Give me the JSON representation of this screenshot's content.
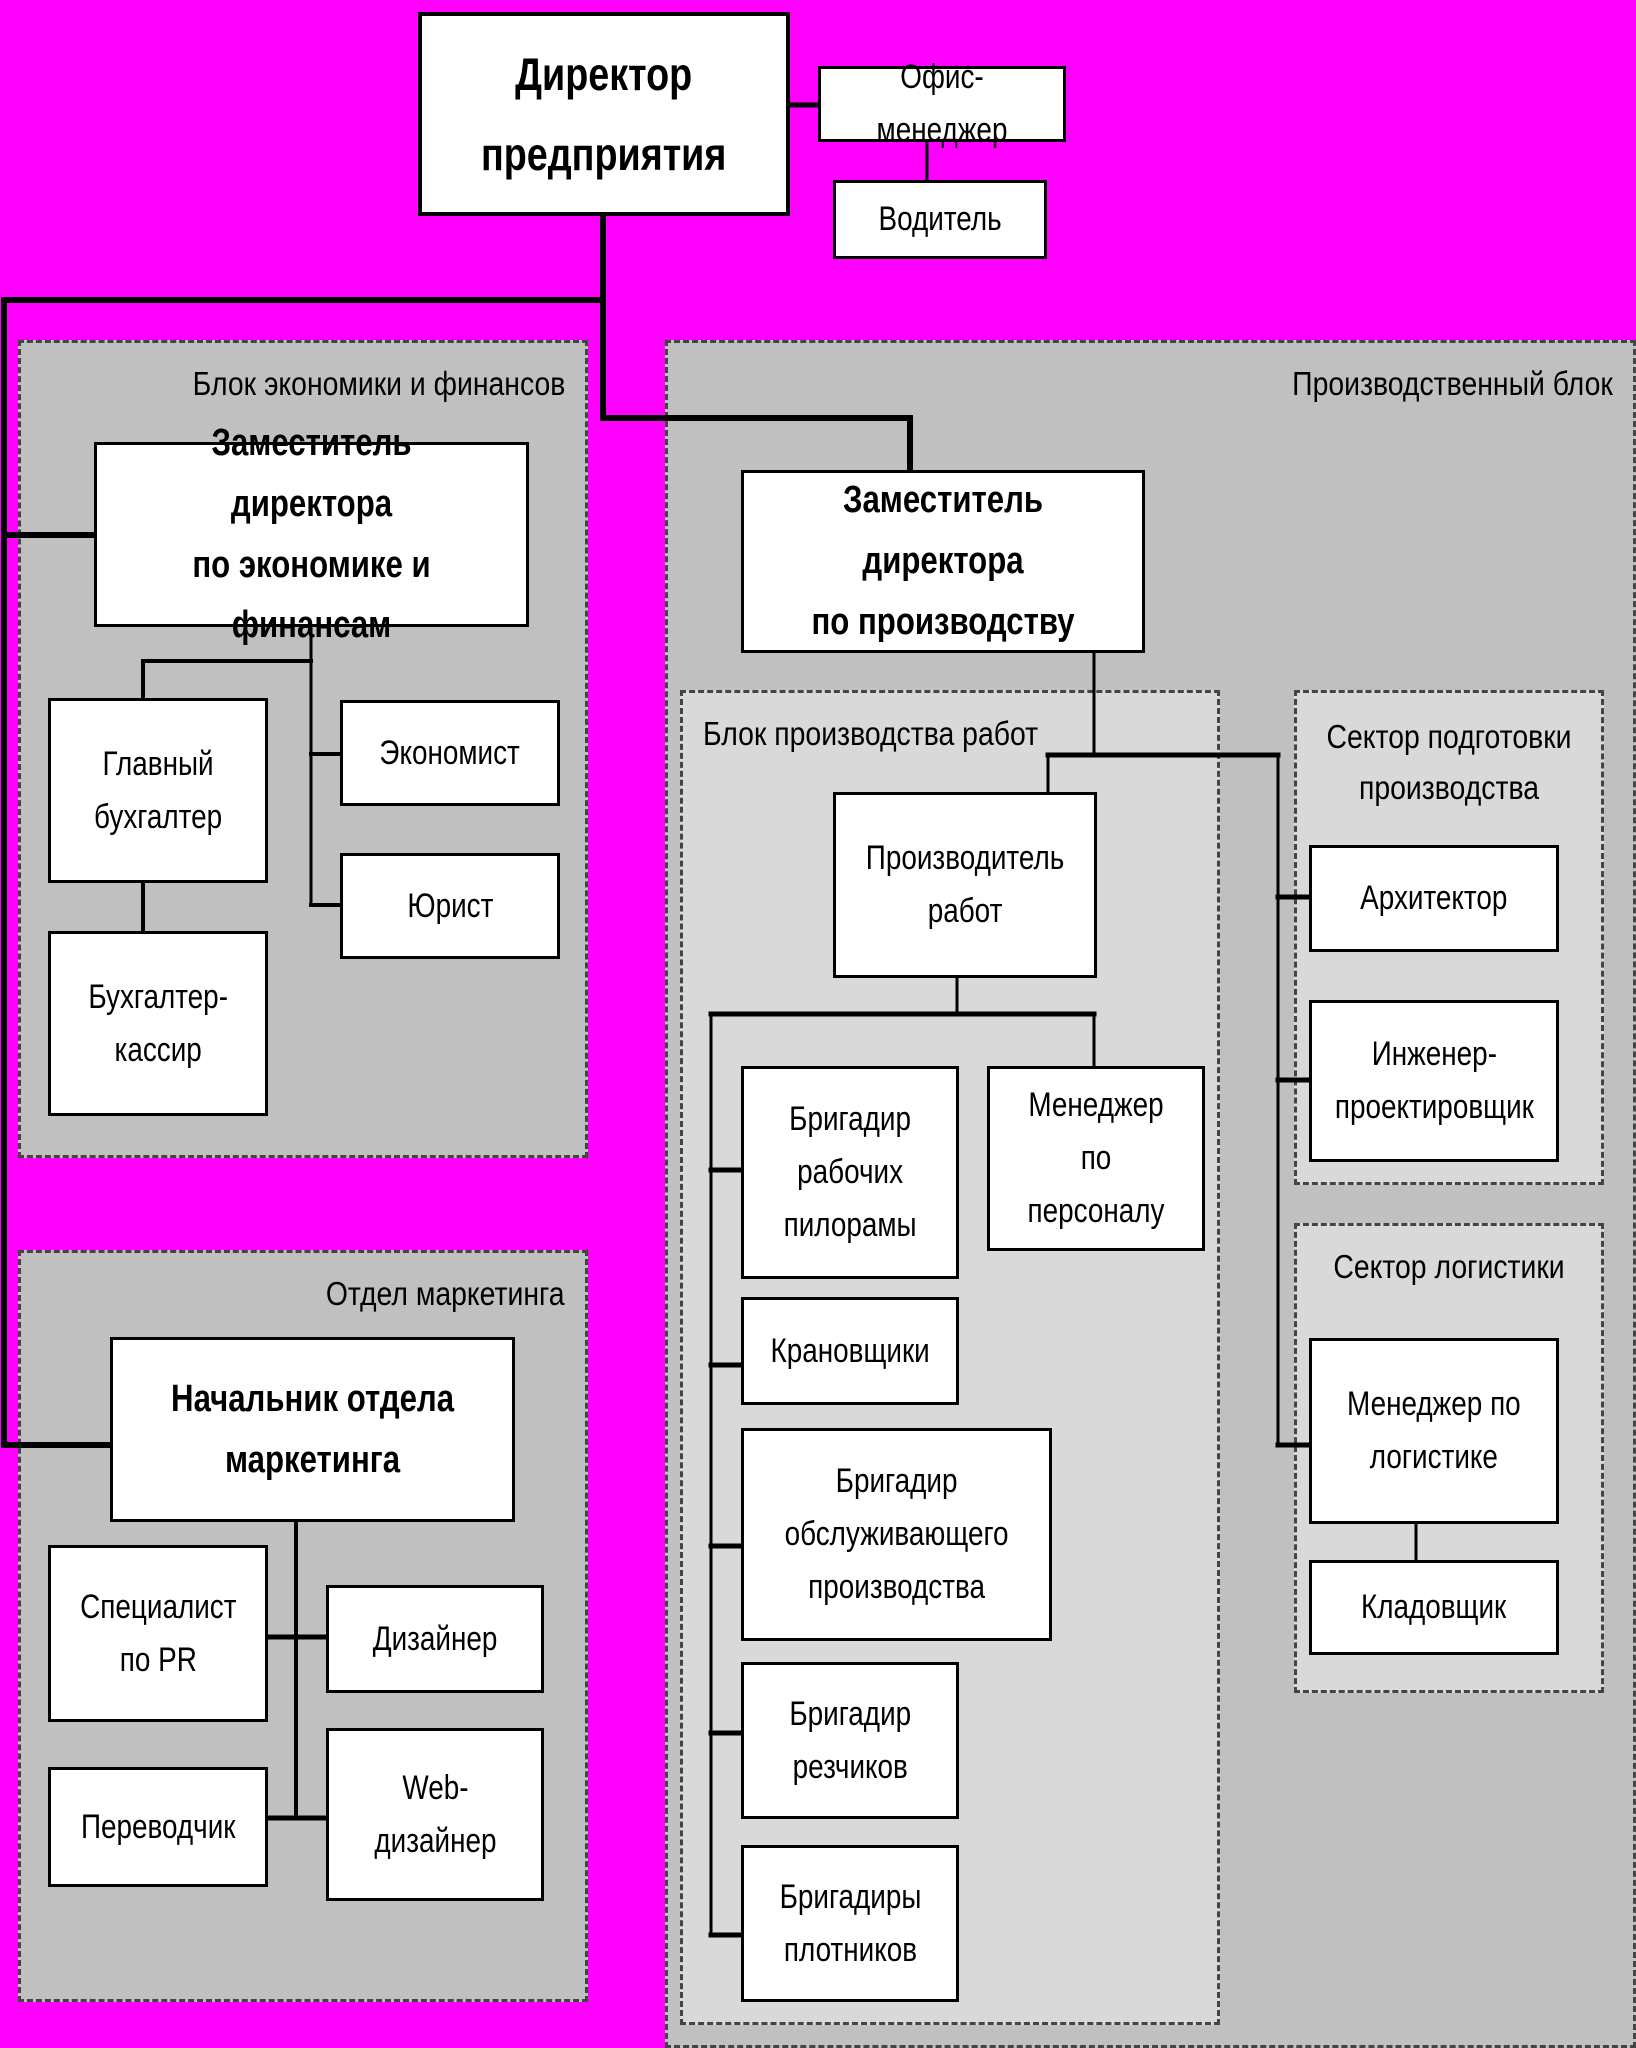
{
  "director": "Директор\nпредприятия",
  "office_manager": "Офис-менеджер",
  "driver": "Водитель",
  "econ_block": {
    "title": "Блок экономики и финансов",
    "deputy": "Заместитель директора\nпо экономике и финансам",
    "chief_accountant": "Главный\nбухгалтер",
    "cashier": "Бухгалтер-\nкассир",
    "economist": "Экономист",
    "lawyer": "Юрист"
  },
  "marketing_block": {
    "title": "Отдел маркетинга",
    "head": "Начальник отдела\nмаркетинга",
    "pr": "Специалист\nпо PR",
    "designer": "Дизайнер",
    "translator": "Переводчик",
    "web_designer": "Web-\nдизайнер"
  },
  "production_block": {
    "title": "Производственный блок",
    "deputy": "Заместитель директора\nпо производству",
    "works_block": {
      "title": "Блок производства работ",
      "works_producer": "Производитель\nработ",
      "hr_manager": "Менеджер\nпо персоналу",
      "sawmill_foreman": "Бригадир\nрабочих\nпилорамы",
      "crane_operators": "Крановщики",
      "service_foreman": "Бригадир\nобслуживающего\nпроизводства",
      "carvers_foreman": "Бригадир\nрезчиков",
      "carpenters_foremen": "Бригадиры\nплотников"
    },
    "prep_sector": {
      "title": "Сектор подготовки\nпроизводства",
      "architect": "Архитектор",
      "design_engineer": "Инженер-\nпроектировщик"
    },
    "logistics_sector": {
      "title": "Сектор логистики",
      "logistics_manager": "Менеджер по\nлогистике",
      "storekeeper": "Кладовщик"
    }
  }
}
